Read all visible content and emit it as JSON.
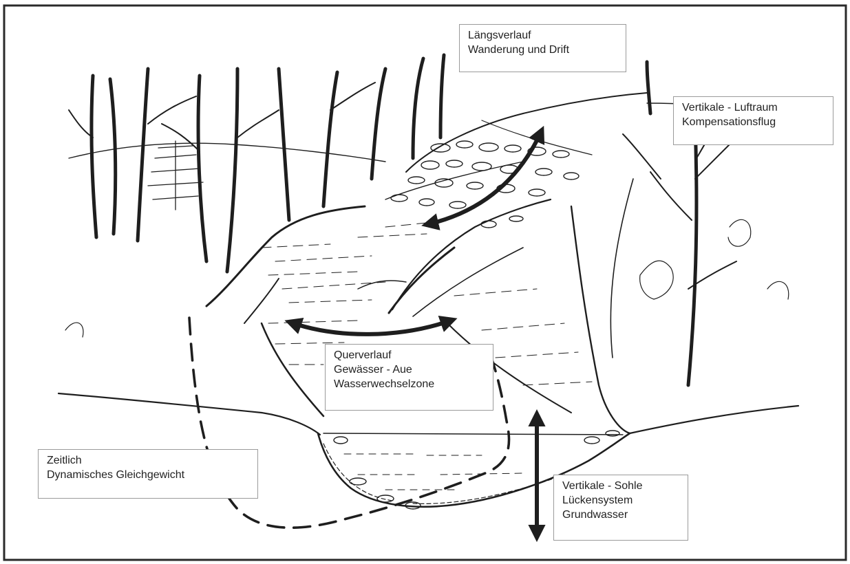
{
  "labels": {
    "laengsverlauf": {
      "lines": [
        "Längsverlauf",
        "Wanderung und Drift"
      ]
    },
    "vertikale_luftraum": {
      "lines": [
        "Vertikale - Luftraum",
        "Kompensationsflug"
      ]
    },
    "querverlauf": {
      "lines": [
        "Querverlauf",
        "Gewässer - Aue",
        "Wasserwechselzone"
      ]
    },
    "zeitlich": {
      "lines": [
        "Zeitlich",
        "Dynamisches Gleichgewicht"
      ]
    },
    "vertikale_sohle": {
      "lines": [
        "Vertikale - Sohle",
        "Lückensystem",
        "Grundwasser"
      ]
    }
  },
  "colors": {
    "ink": "#1e1e1e",
    "frame": "#2a2a2a",
    "label_border": "#9a9a9a",
    "paper": "#ffffff"
  },
  "icons": {
    "longitudinal_arrow": "double-headed-curved-arrow",
    "lateral_arrow": "double-headed-curved-arrow",
    "vertical_arrow": "double-headed-straight-arrow",
    "temporal_loop": "dashed-loop"
  }
}
